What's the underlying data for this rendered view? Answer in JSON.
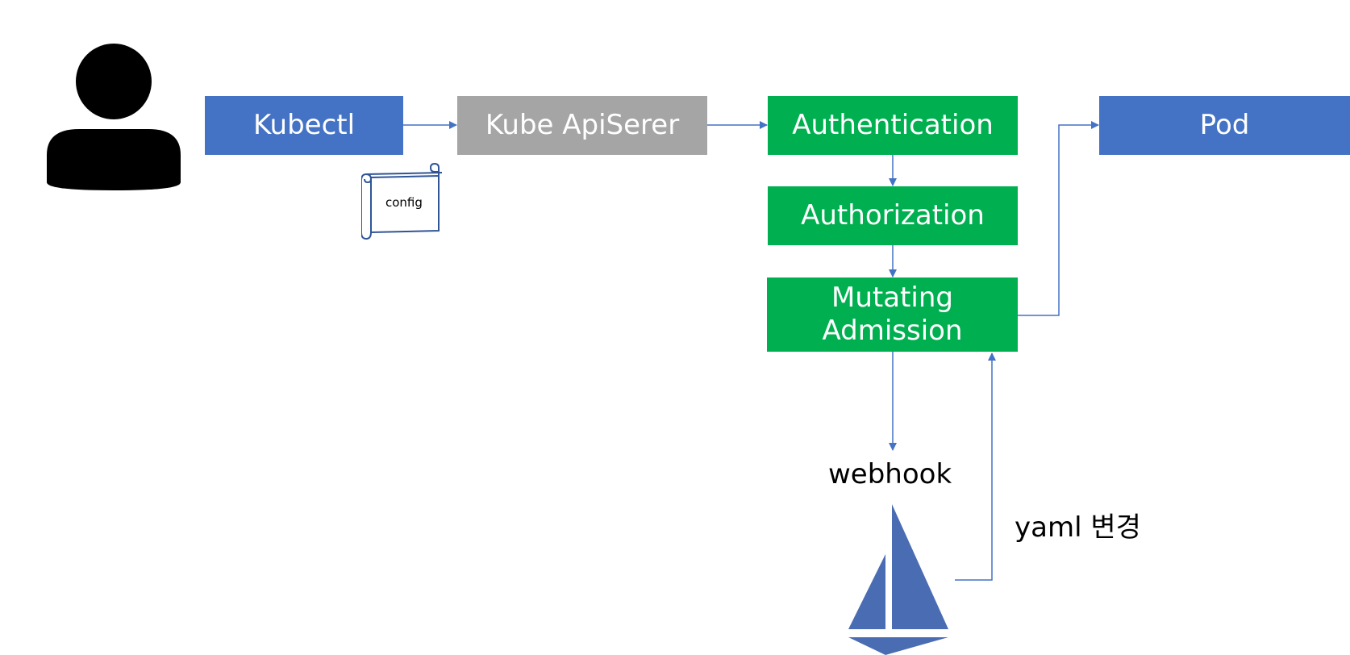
{
  "colors": {
    "blue": "#4472C4",
    "gray": "#A5A5A5",
    "green": "#00B050",
    "connector": "#4472C4",
    "user": "#000000"
  },
  "icons": {
    "user": "person-icon",
    "config": "scroll-icon",
    "istio": "istio-sail-icon"
  },
  "nodes": {
    "kubectl": "Kubectl",
    "apiserver": "Kube ApiSerer",
    "authentication": "Authentication",
    "authorization": "Authorization",
    "mutating": "Mutating\nAdmission",
    "pod": "Pod"
  },
  "labels": {
    "config": "config",
    "webhook": "webhook",
    "yaml_change": "yaml 변경"
  }
}
